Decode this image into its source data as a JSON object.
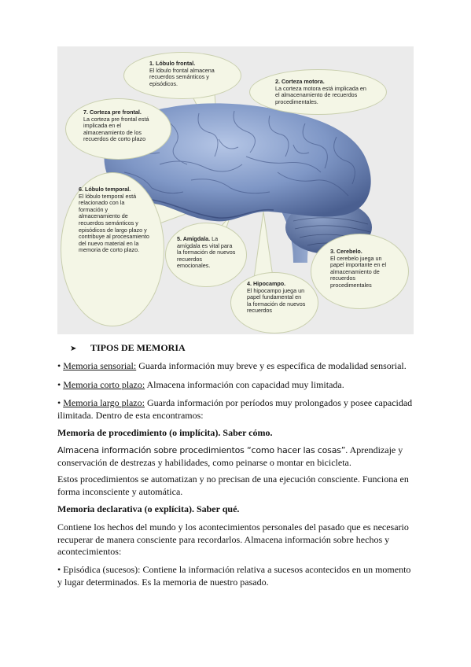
{
  "figure": {
    "callouts": [
      {
        "title": "1. Lóbulo frontal.",
        "body": "El lóbulo frontal almacena recuerdos semánticos y episódicos."
      },
      {
        "title": "2. Corteza motora.",
        "body": "La corteza motora está implicada en el almacenamiento de recuerdos procedimentales."
      },
      {
        "title": "7. Corteza pre frontal.",
        "body": "La corteza pre frontal está implicada en el almacenamiento de los recuerdos de corto plazo"
      },
      {
        "title": "6. Lóbulo temporal.",
        "body": "El lóbulo temporal está relacionado con la formación y almacenamiento de recuerdos semánticos y episódicos de largo plazo y contribuye al procesamiento del nuevo material en la memoria de corto plazo."
      },
      {
        "title": "5. Amígdala.",
        "body": "La amígdala es vital para la formación de nuevos recuerdos emocionales."
      },
      {
        "title": "3. Cerebelo.",
        "body": "El cerebelo juega un papel importante en el almacenamiento de recuerdos procedimentales"
      },
      {
        "title": "4. Hipocampo.",
        "body": "El hipocampo juega un papel fundamental en la formación de nuevos recuerdos"
      }
    ]
  },
  "heading": "TIPOS DE MEMORIA",
  "items": {
    "sensorial": {
      "term": "Memoria sensorial:",
      "text": " Guarda información muy breve y es específica de modalidad sensorial."
    },
    "corto": {
      "term": "Memoria corto plazo:",
      "text": " Almacena información con capacidad muy limitada."
    },
    "largo": {
      "term": "Memoria largo plazo:",
      "text": " Guarda información por períodos muy prolongados y posee capacidad ilimitada. Dentro de esta encontramos:"
    }
  },
  "procedimiento": {
    "title": "Memoria de procedimiento (o implícita). Saber cómo.",
    "intro_hand": "Almacena información sobre procedimientos “como hacer las cosas”",
    "intro_rest": ". Aprendizaje y conservación de destrezas y habilidades, como peinarse o montar en bicicleta.",
    "auto": "Estos procedimientos se automatizan y no precisan de una ejecución consciente. Funciona en forma inconsciente y automática."
  },
  "declarativa": {
    "title": "Memoria declarativa (o explícita). Saber qué.",
    "text": "Contiene los hechos del mundo y los acontecimientos personales del pasado que es necesario recuperar de manera consciente para recordarlos. Almacena información sobre hechos y acontecimientos:",
    "episodica": "• Episódica (sucesos): Contiene la información relativa a sucesos acontecidos en un momento y lugar determinados. Es la memoria de nuestro pasado."
  }
}
